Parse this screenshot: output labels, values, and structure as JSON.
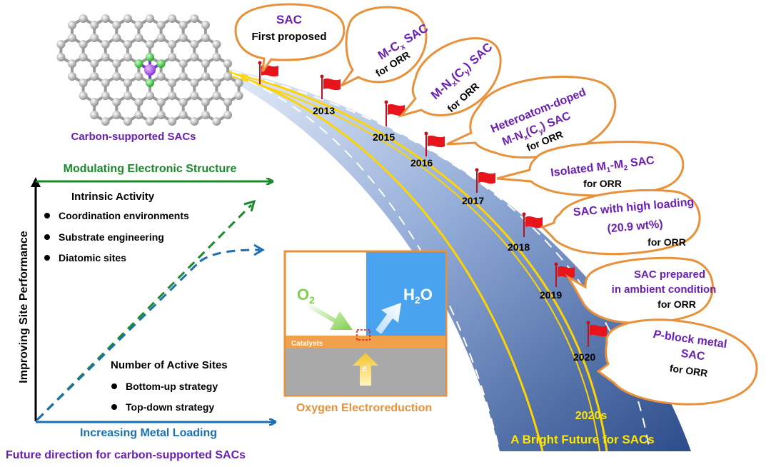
{
  "molecule": {
    "caption": "Carbon-supported SACs"
  },
  "left_panel": {
    "y_axis_label": "Improving Site Performance",
    "top_arrow_label": "Modulating Electronic Structure",
    "bottom_arrow_label": "Increasing Metal Loading",
    "intrinsic": {
      "heading": "Intrinsic Activity",
      "items": [
        "Coordination environments",
        "Substrate engineering",
        "Diatomic sites"
      ]
    },
    "active_sites": {
      "heading": "Number of Active Sites",
      "items": [
        "Bottom-up strategy",
        "Top-down strategy"
      ]
    },
    "footer": "Future direction for carbon-supported SACs"
  },
  "orr_panel": {
    "caption": "Oxygen Electroreduction",
    "o2": "O",
    "o2_sub": "2",
    "h2o_h": "H",
    "h2o_sub": "2",
    "h2o_o": "O",
    "catalyst_label": "Catalysts",
    "electron": "e",
    "electron_sup": "-"
  },
  "road": {
    "future_year": "2020s",
    "future_caption": "A Bright Future for SACs",
    "years": [
      "2013",
      "2015",
      "2016",
      "2017",
      "2018",
      "2019",
      "2020"
    ]
  },
  "milestones": [
    {
      "line1": "SAC",
      "line2": "First proposed"
    },
    {
      "line1_a": "M-C",
      "line1_sub": "x",
      "line1_b": " SAC",
      "line2": "for ORR"
    },
    {
      "line1_a": "M-N",
      "line1_sub1": "x",
      "line1_b": "(C",
      "line1_sub2": "y",
      "line1_c": ") SAC",
      "line2": "for ORR"
    },
    {
      "line1": "Heteroatom-doped",
      "line2_a": "M-N",
      "line2_sub1": "x",
      "line2_b": "(C",
      "line2_sub2": "y",
      "line2_c": ") SAC",
      "line3": "for ORR"
    },
    {
      "line1_a": "Isolated M",
      "line1_sub1": "1",
      "line1_b": "-M",
      "line1_sub2": "2",
      "line1_c": " SAC",
      "line2": "for ORR"
    },
    {
      "line1": "SAC with high loading",
      "line2": "(20.9 wt%)",
      "line3": "for ORR"
    },
    {
      "line1": "SAC prepared",
      "line2": "in ambient condition",
      "line3": "for ORR"
    },
    {
      "line1_italic": "P",
      "line1_b": "-block metal",
      "line2": "SAC",
      "line3": "for ORR"
    }
  ],
  "colors": {
    "purple": "#6a1fb5",
    "green": "#1a8a2a",
    "blue": "#1a6fb5",
    "orange": "#e8913a",
    "road_light": "#c7d7ee",
    "road_dark": "#34548f",
    "flag_red": "#e8141c",
    "road_yellow": "#ffd400"
  }
}
